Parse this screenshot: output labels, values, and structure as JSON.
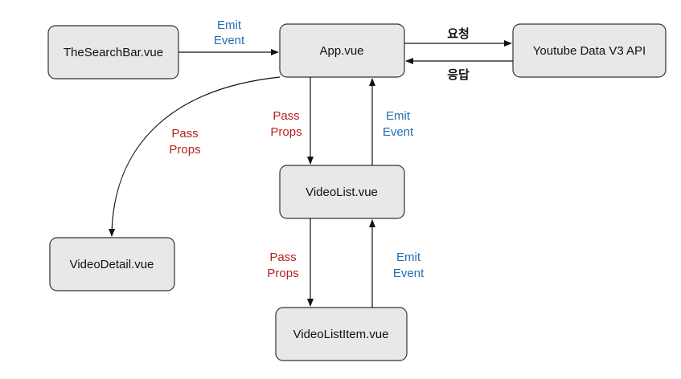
{
  "colors": {
    "emit": "#1f6fb5",
    "pass": "#b51f1f",
    "dark": "#111111"
  },
  "nodes": {
    "search_bar": "TheSearchBar.vue",
    "app": "App.vue",
    "youtube_api": "Youtube Data V3 API",
    "video_list": "VideoList.vue",
    "video_detail": "VideoDetail.vue",
    "video_list_item": "VideoListItem.vue"
  },
  "edges": {
    "search_to_app": {
      "line1": "Emit",
      "line2": "Event"
    },
    "app_to_api": "요청",
    "api_to_app": "응답",
    "app_to_detail": {
      "line1": "Pass",
      "line2": "Props"
    },
    "app_to_list": {
      "line1": "Pass",
      "line2": "Props"
    },
    "list_to_app": {
      "line1": "Emit",
      "line2": "Event"
    },
    "list_to_item": {
      "line1": "Pass",
      "line2": "Props"
    },
    "item_to_list": {
      "line1": "Emit",
      "line2": "Event"
    }
  }
}
